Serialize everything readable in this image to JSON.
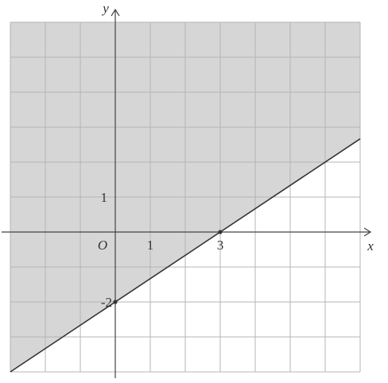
{
  "chart_data": {
    "type": "line",
    "title": "",
    "xlabel": "x",
    "ylabel": "y",
    "xlim": [
      -3,
      7
    ],
    "ylim": [
      -4,
      6
    ],
    "grid": true,
    "gridlines_x": [
      -3,
      -2,
      -1,
      0,
      1,
      2,
      3,
      4,
      5,
      6,
      7
    ],
    "gridlines_y": [
      -4,
      -3,
      -2,
      -1,
      0,
      1,
      2,
      3,
      4,
      5,
      6
    ],
    "origin_label": "O",
    "tick_labels": [
      {
        "axis": "x",
        "value": 1,
        "text": "1"
      },
      {
        "axis": "x",
        "value": 3,
        "text": "3"
      },
      {
        "axis": "y",
        "value": 1,
        "text": "1"
      },
      {
        "axis": "y",
        "value": -2,
        "text": "-2"
      }
    ],
    "series": [
      {
        "x": [
          -3,
          7
        ],
        "y": [
          -4,
          2.6667
        ]
      }
    ],
    "points": [
      {
        "x": 3,
        "y": 0
      },
      {
        "x": 0,
        "y": -2
      }
    ],
    "shaded_region": "above-line",
    "colors": {
      "shade": "#d6d6d6",
      "grid": "#b4b4b4",
      "axis": "#444444",
      "line": "#333333"
    }
  }
}
